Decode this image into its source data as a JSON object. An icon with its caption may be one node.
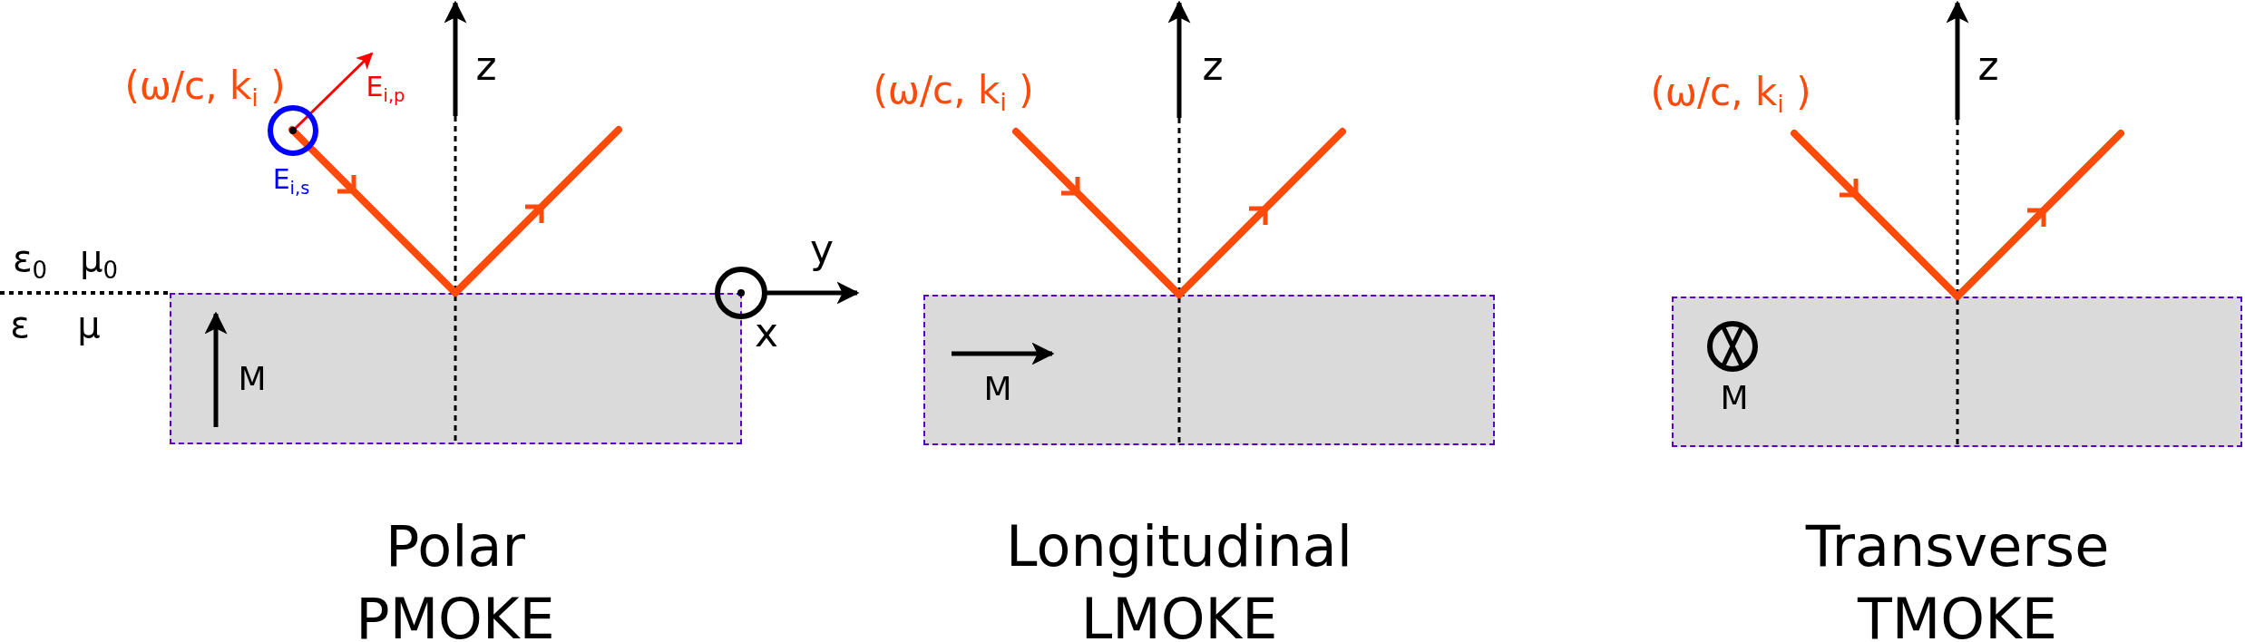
{
  "diagram": {
    "nodes": [
      {
        "text": [
          "M"
        ],
        "beside": [
          "Polar",
          "PMOKE"
        ]
      },
      {
        "text": [
          "M"
        ],
        "beside": [
          "Longitudinal",
          "LMOKE"
        ]
      },
      {
        "text": [
          "M"
        ],
        "beside": [
          "Transverse",
          "TMOKE"
        ]
      }
    ],
    "labels": [
      "(ω/c, k$_{i}$ )",
      "E$_{i,p}$",
      "E$_{i,s}$",
      "z",
      "ε$_{0}$",
      "μ$_{0}$",
      "ε",
      "μ",
      "y",
      "x",
      "(ω/c, k$_{i}$ )",
      "z",
      "(ω/c, k$_{i}$ )",
      "z"
    ]
  }
}
